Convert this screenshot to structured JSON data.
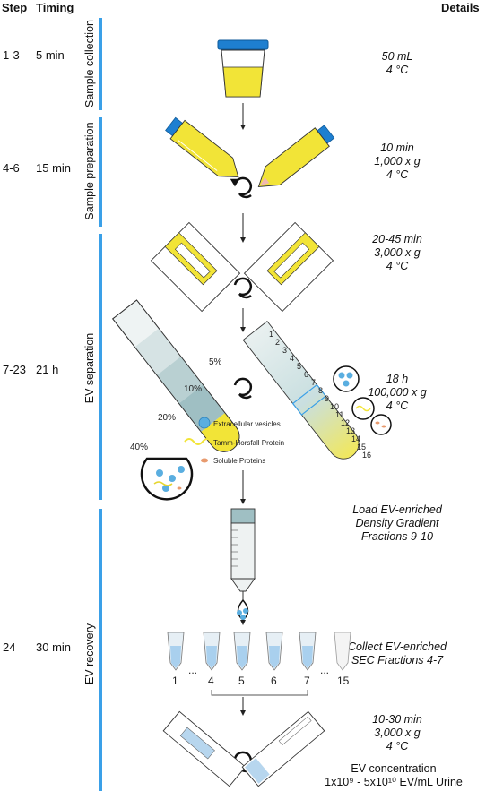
{
  "headers": {
    "step": "Step",
    "timing": "Timing",
    "details": "Details"
  },
  "stages": [
    {
      "name": "Sample collection"
    },
    {
      "name": "Sample preparation"
    },
    {
      "name": "EV separation"
    },
    {
      "name": "EV recovery"
    }
  ],
  "rows": [
    {
      "step": "1-3",
      "timing": "5 min"
    },
    {
      "step": "4-6",
      "timing": "15 min"
    },
    {
      "step": "7-23",
      "timing": "21 h"
    },
    {
      "step": "24",
      "timing": "30 min"
    }
  ],
  "details": [
    [
      "50 mL",
      "4 °C"
    ],
    [
      "10 min",
      "1,000 x g",
      "4 °C"
    ],
    [
      "20-45 min",
      "3,000 x g",
      "4 °C"
    ],
    [
      "18 h",
      "100,000 x g",
      "4 °C"
    ],
    [
      "Load EV-enriched",
      "Density Gradient",
      "Fractions 9-10"
    ],
    [
      "Collect EV-enriched",
      "SEC Fractions 4-7"
    ],
    [
      "10-30 min",
      "3,000 x g",
      "4 °C"
    ]
  ],
  "final": {
    "label": "EV concentration",
    "value": "1x10⁹ - 5x10¹⁰ EV/mL Urine"
  },
  "gradient": {
    "pct5": "5%",
    "pct10": "10%",
    "pct20": "20%",
    "pct40": "40%"
  },
  "fraction_numbers": [
    "1",
    "2",
    "3",
    "4",
    "5",
    "6",
    "7",
    "8",
    "9",
    "10",
    "11",
    "12",
    "13",
    "14",
    "15",
    "16"
  ],
  "legend": {
    "ev": "Extracellular vesicles",
    "thp": "Tamm-Horsfall Protein",
    "soluble": "Soluble Proteins"
  },
  "sec_tubes": [
    "1",
    "...",
    "4",
    "5",
    "6",
    "7",
    "...",
    "15"
  ],
  "colors": {
    "bar": "#3aa0e8",
    "urine": "#f2e437",
    "gradient_light": "#dfe9ea",
    "gradient_dark": "#9fbfc3",
    "ev_blue": "#5aaee0",
    "cap_blue": "#1e7fd0",
    "pellet": "#f0b8b0"
  }
}
